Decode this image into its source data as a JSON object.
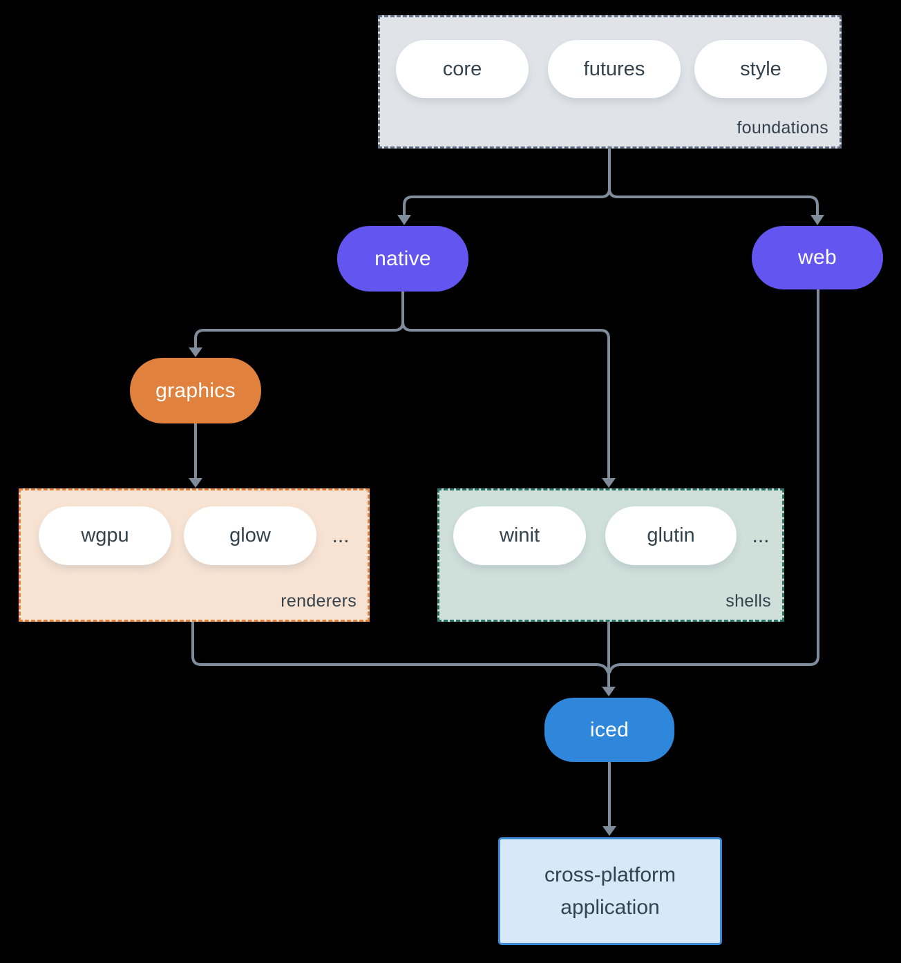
{
  "foundations": {
    "label": "foundations",
    "pills": [
      "core",
      "futures",
      "style"
    ]
  },
  "nodes": {
    "native": "native",
    "web": "web",
    "graphics": "graphics",
    "iced": "iced"
  },
  "renderers": {
    "label": "renderers",
    "pills": [
      "wgpu",
      "glow"
    ],
    "more": "..."
  },
  "shells": {
    "label": "shells",
    "pills": [
      "winit",
      "glutin"
    ],
    "more": "..."
  },
  "application": {
    "label": "cross-platform application"
  },
  "colors": {
    "background": "#000000",
    "connector": "#7E8C9B",
    "foundations_fill": "#E0E4E9",
    "foundations_border": "#64748B",
    "purple_node": "#6355F0",
    "orange_node": "#E0813D",
    "blue_node": "#2F87DB",
    "renderers_fill": "#F8E3D3",
    "renderers_border": "#E8843C",
    "shells_fill": "#CFDFD9",
    "shells_border": "#2A7568",
    "application_fill": "#D9E8F8",
    "application_border": "#3C8BD9",
    "text_dark": "#33424D",
    "text_light": "#FFFFFF"
  }
}
